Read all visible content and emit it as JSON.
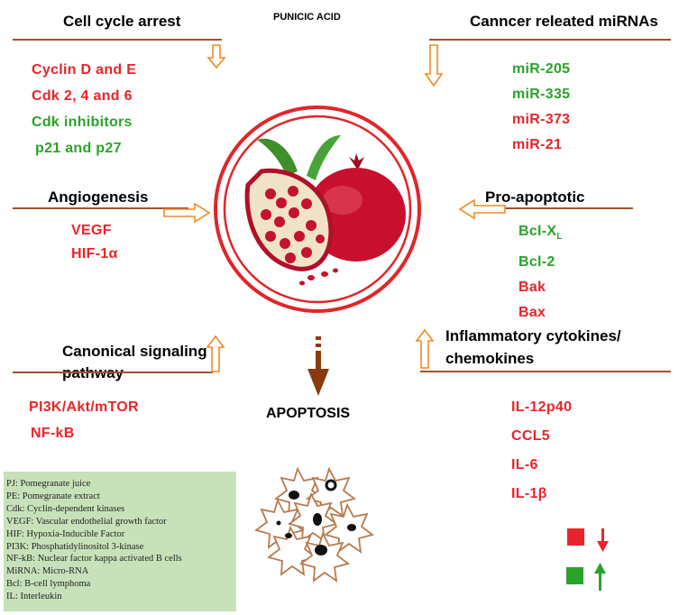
{
  "title": "PUNICIC ACID",
  "sections": {
    "cell_cycle": {
      "heading": "Cell cycle arrest",
      "items": [
        {
          "text": "Cyclin D and E",
          "color": "red"
        },
        {
          "text": "Cdk 2, 4 and 6",
          "color": "red"
        },
        {
          "text": "Cdk inhibitors",
          "color": "green"
        },
        {
          "text": "p21 and p27",
          "color": "green"
        }
      ]
    },
    "mirna": {
      "heading": "Canncer releated miRNAs",
      "items": [
        {
          "text": "miR-205",
          "color": "green"
        },
        {
          "text": "miR-335",
          "color": "green"
        },
        {
          "text": "miR-373",
          "color": "red"
        },
        {
          "text": "miR-21",
          "color": "red"
        }
      ]
    },
    "angiogenesis": {
      "heading": "Angiogenesis",
      "items": [
        {
          "text": "VEGF",
          "color": "red"
        },
        {
          "text": "HIF-1α",
          "color": "red"
        }
      ]
    },
    "pro_apoptotic": {
      "heading": "Pro-apoptotic",
      "bclx": {
        "base": "Bcl-X",
        "sub": "L"
      },
      "items": [
        {
          "text": "Bcl-2",
          "color": "green"
        },
        {
          "text": "Bak",
          "color": "red"
        },
        {
          "text": "Bax",
          "color": "red"
        }
      ]
    },
    "canonical": {
      "heading_line1": "Canonical signaling",
      "heading_line2": "pathway",
      "items": [
        {
          "text": "PI3K/Akt/mTOR",
          "color": "red"
        },
        {
          "text": "NF-kB",
          "color": "red"
        }
      ]
    },
    "inflammatory": {
      "heading_line1": "Inflammatory cytokines/",
      "heading_line2": "chemokines",
      "items": [
        {
          "text": "IL-12p40",
          "color": "red"
        },
        {
          "text": "CCL5",
          "color": "red"
        },
        {
          "text": "IL-6",
          "color": "red"
        },
        {
          "text": "IL-1β",
          "color": "red"
        }
      ]
    }
  },
  "apoptosis_label": "APOPTOSIS",
  "legend": [
    "PJ: Pomegranate juice",
    "PE: Pomegranate extract",
    "Cdk: Cyclin-dependent kinases",
    "VEGF: Vascular endothelial growth factor",
    "HIF: Hypoxia-Inducible Factor",
    "PI3K: Phosphatidylinositol 3-kinase",
    "NF-kB: Nuclear factor kappa activated B cells",
    "MiRNA: Micro-RNA",
    "Bcl: B-cell lymphoma",
    "IL: Interleukin"
  ],
  "colors": {
    "red": "#e8242a",
    "green": "#2aa32a",
    "rule": "#a0522d",
    "arrow_outline": "#f08a24",
    "apoptosis_arrow": "#8b3a10",
    "legend_bg": "#c7e2b9",
    "circle": "#e0262a"
  },
  "key": [
    {
      "swatch": "red-square-icon",
      "arrow": "down-arrow-icon",
      "color": "#e8242a"
    },
    {
      "swatch": "green-square-icon",
      "arrow": "up-arrow-icon",
      "color": "#2aa32a"
    }
  ]
}
